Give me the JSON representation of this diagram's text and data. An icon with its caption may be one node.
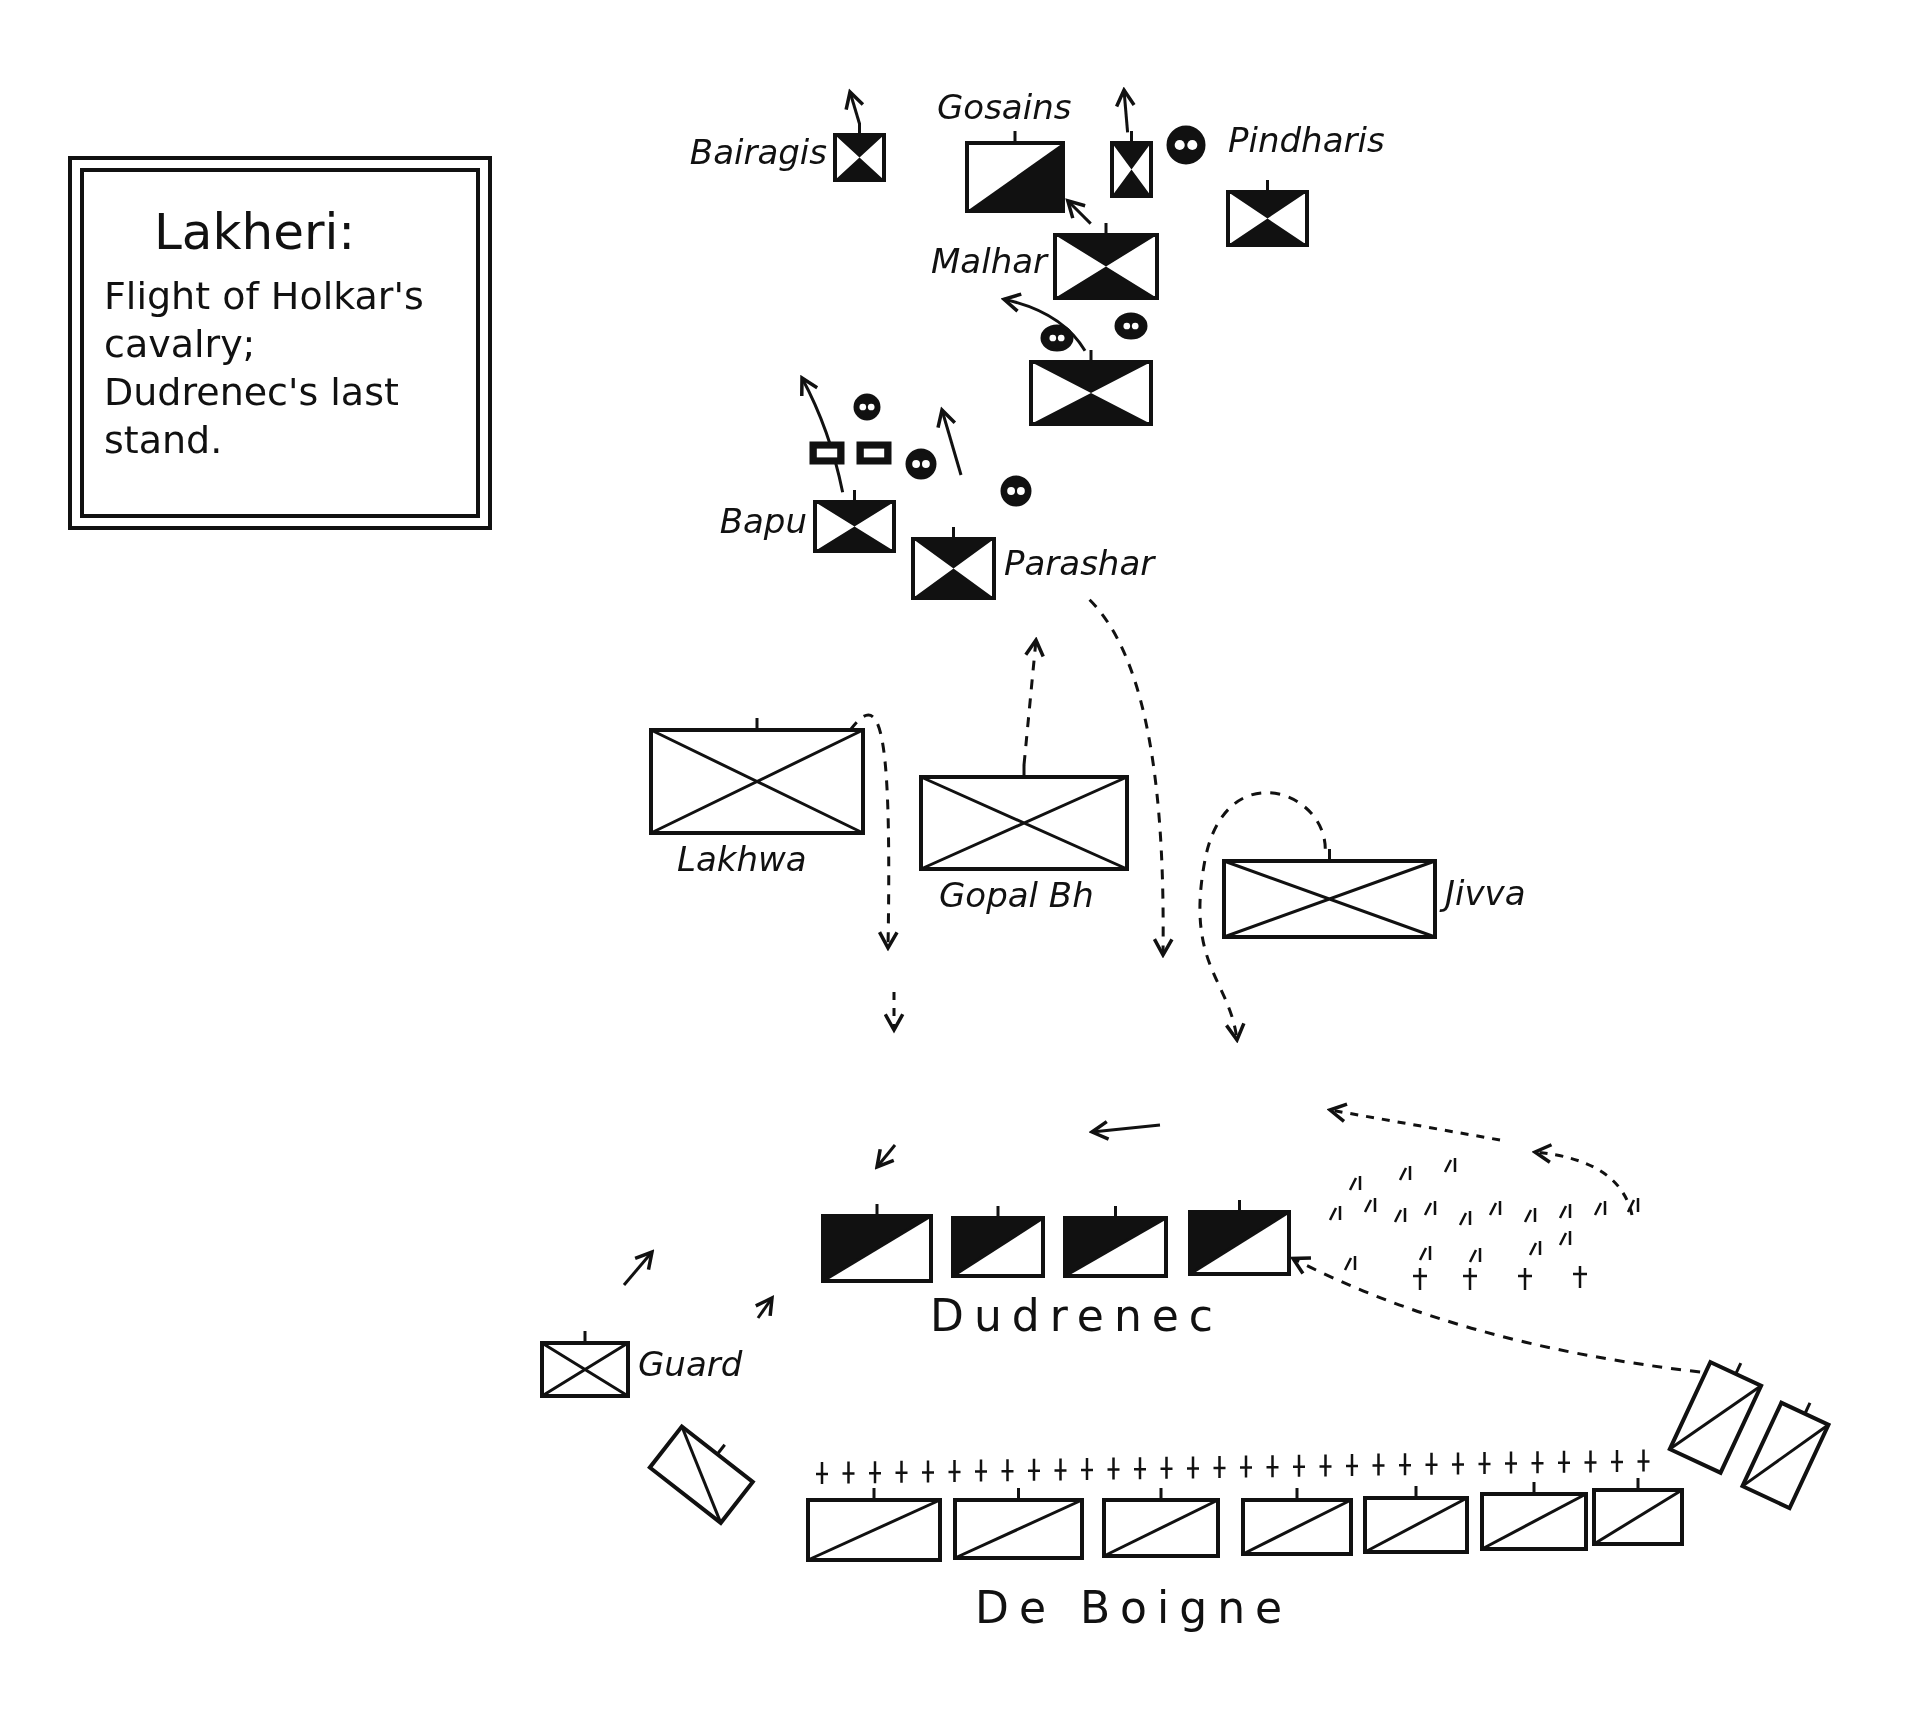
{
  "diagram": {
    "nodes": [
      {
        "text": [
          "Lakheri:",
          "Flight of Holkar's cavalry; Dudrenec's last stand."
        ]
      },
      {
        "text": [
          "Bairagis"
        ]
      },
      {
        "text": [
          "Gosains"
        ]
      },
      {
        "text": [],
        "shape": "box"
      },
      {
        "text": [],
        "shape": "circle"
      },
      {
        "text": [
          "Pindharis"
        ]
      },
      {
        "text": [
          "Malhar"
        ]
      },
      {
        "text": [],
        "shape": "circle"
      },
      {
        "text": [],
        "shape": "circle"
      },
      {
        "text": [],
        "shape": "box"
      },
      {
        "text": [],
        "shape": "circle"
      },
      {
        "text": [],
        "shape": "box"
      },
      {
        "text": [],
        "shape": "box"
      },
      {
        "text": [],
        "shape": "circle"
      },
      {
        "text": [],
        "shape": "circle"
      },
      {
        "text": [
          "Bapu"
        ]
      },
      {
        "text": [
          "Parashar"
        ]
      },
      {
        "text": [
          "Lakhwa"
        ]
      },
      {
        "text": [
          "Gopal Bh"
        ]
      },
      {
        "text": [
          "Jivva"
        ]
      },
      {
        "text": [],
        "shape": "box"
      },
      {
        "text": [],
        "shape": "box"
      },
      {
        "text": [],
        "shape": "box"
      },
      {
        "text": [],
        "shape": "box"
      },
      {
        "text": [
          "Guard"
        ]
      },
      {
        "text": [],
        "shape": "box"
      },
      {
        "text": [],
        "shape": "box"
      },
      {
        "text": [],
        "shape": "box"
      },
      {
        "text": [],
        "shape": "box"
      },
      {
        "text": [],
        "shape": "box"
      },
      {
        "text": [],
        "shape": "box"
      },
      {
        "text": [],
        "shape": "box"
      },
      {
        "text": [],
        "shape": "box"
      },
      {
        "text": [],
        "shape": "box"
      },
      {
        "text": [],
        "shape": "box"
      }
    ],
    "edges": [
      {
        "from": 1,
        "to": null,
        "arrow": "to"
      },
      {
        "from": 3,
        "to": null,
        "arrow": "to"
      },
      {
        "from": 6,
        "to": 2,
        "arrow": "to"
      },
      {
        "from": 9,
        "to": 6,
        "arrow": "to"
      },
      {
        "from": 15,
        "to": null,
        "arrow": "to"
      },
      {
        "from": 16,
        "to": null,
        "arrow": "to",
        "style": "dashed"
      },
      {
        "from": 17,
        "to": null,
        "arrow": "to",
        "style": "dashed"
      },
      {
        "from": 18,
        "to": null,
        "arrow": "to",
        "style": "dashed"
      },
      {
        "from": 19,
        "to": null,
        "arrow": "to",
        "style": "dashed"
      },
      {
        "from": 33,
        "to": 23,
        "arrow": "to",
        "style": "dashed"
      }
    ],
    "labels": [
      "Dudrenec",
      "De Boigne"
    ]
  }
}
